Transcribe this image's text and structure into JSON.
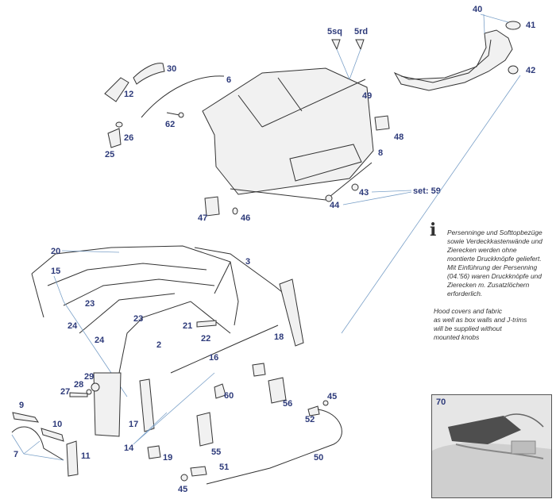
{
  "labels": {
    "p40": "40",
    "p41": "41",
    "p42": "42",
    "p5sq": "5sq",
    "p5rd": "5rd",
    "p30": "30",
    "p6": "6",
    "p12": "12",
    "p62": "62",
    "p26": "26",
    "p25": "25",
    "p49": "49",
    "p48": "48",
    "p8": "8",
    "p43": "43",
    "set59": "set: 59",
    "p44": "44",
    "p47": "47",
    "p46": "46",
    "p20": "20",
    "p3": "3",
    "p15": "15",
    "p23a": "23",
    "p24a": "24",
    "p23b": "23",
    "p24b": "24",
    "p21": "21",
    "p22": "22",
    "p2": "2",
    "p18": "18",
    "p16": "16",
    "p29": "29",
    "p28": "28",
    "p27": "27",
    "p60": "60",
    "p56": "56",
    "p45a": "45",
    "p9": "9",
    "p10": "10",
    "p17": "17",
    "p52": "52",
    "p7": "7",
    "p11": "11",
    "p14": "14",
    "p19": "19",
    "p55": "55",
    "p50": "50",
    "p51": "51",
    "p45b": "45"
  },
  "note": {
    "de": "Persenninge und Softtopbezüge\nsowie Verdeckkastenwände und\nZierecken werden ohne\nmontierte Druckknöpfe geliefert.\nMit Einführung der Persenning\n(04.'56) waren Druckknöpfe und\nZierecken m. Zusatzlöchern\nerforderlich.",
    "en": "Hood covers and fabric\nas well as box walls and J-trims\n will be supplied without\nmounted knobs"
  },
  "inset": {
    "label": "70"
  }
}
